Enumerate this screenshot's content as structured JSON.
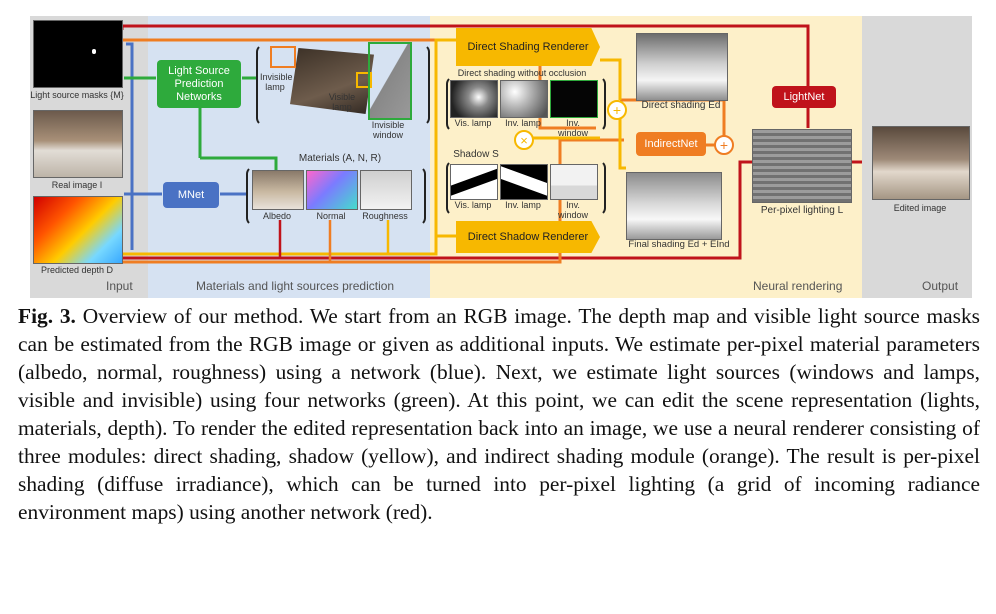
{
  "figure": {
    "sections": {
      "input": "Input",
      "materials": "Materials and light sources prediction",
      "neural": "Neural rendering",
      "output": "Output"
    },
    "inputs": {
      "light_masks": "Light source masks {M}",
      "real_image": "Real image I",
      "predicted_depth": "Predicted depth D"
    },
    "modules": {
      "light_source_prediction": "Light Source Prediction Networks",
      "mnet": "MNet",
      "direct_shading_renderer": "Direct Shading Renderer",
      "direct_shadow_renderer": "Direct Shadow Renderer",
      "indirectnet": "IndirectNet",
      "lightnet": "LightNet"
    },
    "light_sources": {
      "invisible_lamp": "Invisible lamp",
      "visible_lamp": "Visible lamp",
      "invisible_window": "Invisible window"
    },
    "materials": {
      "title": "Materials (A, N, R)",
      "albedo": "Albedo",
      "normal": "Normal",
      "roughness": "Roughness"
    },
    "direct": {
      "title": "Direct shading without occlusion",
      "vis_lamp": "Vis. lamp",
      "inv_lamp": "Inv. lamp",
      "inv_window": "Inv. window"
    },
    "shadow": {
      "title": "Shadow S",
      "vis_lamp": "Vis. lamp",
      "inv_lamp": "Inv. lamp",
      "inv_window": "Inv. window"
    },
    "outputs": {
      "direct_shading": "Direct shading Ed",
      "final_shading": "Final shading Ed + EInd",
      "per_pixel_lighting": "Per-pixel lighting L",
      "edited_image": "Edited image"
    },
    "colors": {
      "blue": "#4a72c4",
      "green": "#2eaa3c",
      "yellow": "#f7b800",
      "orange": "#ef7d22",
      "red": "#c0131b",
      "input_bg": "#d9d9d9",
      "materials_bg": "#d6e2f2",
      "neural_bg": "#fdf0c9"
    }
  },
  "caption": {
    "label": "Fig. 3.",
    "text": " Overview of our method. We start from an RGB image. The depth map and visible light source masks can be estimated from the RGB image or given as additional inputs. We estimate per-pixel material parameters (albedo, normal, roughness) using a network (blue). Next, we estimate light sources (windows and lamps, visible and invisible) using four networks (green). At this point, we can edit the scene representation (lights, materials, depth). To render the edited representation back into an image, we use a neural renderer consisting of three modules: direct shading, shadow (yellow), and indirect shading module (orange). The result is per-pixel shading (diffuse irradiance), which can be turned into per-pixel lighting (a grid of incoming radiance environment maps) using another network (red)."
  }
}
